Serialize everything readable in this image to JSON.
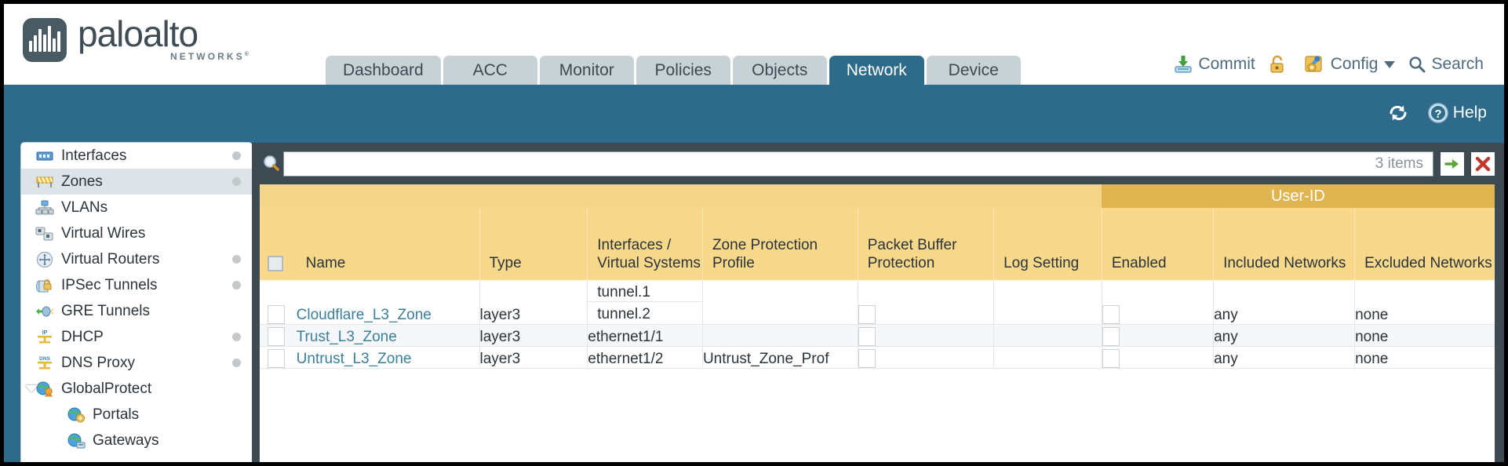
{
  "brand": {
    "name": "paloalto",
    "sub": "NETWORKS",
    "registered": "®"
  },
  "nav": {
    "tabs": [
      {
        "label": "Dashboard",
        "active": false
      },
      {
        "label": "ACC",
        "active": false
      },
      {
        "label": "Monitor",
        "active": false
      },
      {
        "label": "Policies",
        "active": false
      },
      {
        "label": "Objects",
        "active": false
      },
      {
        "label": "Network",
        "active": true
      },
      {
        "label": "Device",
        "active": false
      }
    ]
  },
  "top_actions": {
    "commit": "Commit",
    "config": "Config",
    "search": "Search",
    "lock_icon": "padlock-icon",
    "commit_icon": "commit-save-icon",
    "config_icon": "config-wrench-icon",
    "search_icon": "search-magnifier-icon"
  },
  "band": {
    "refresh": "",
    "help": "Help",
    "refresh_icon": "refresh-icon",
    "help_icon": "help-question-icon"
  },
  "sidebar": {
    "items": [
      {
        "label": "Interfaces",
        "icon": "interfaces-icon",
        "selected": false,
        "dot": true,
        "child": false,
        "expander": false
      },
      {
        "label": "Zones",
        "icon": "zones-icon",
        "selected": true,
        "dot": true,
        "child": false,
        "expander": false
      },
      {
        "label": "VLANs",
        "icon": "vlans-icon",
        "selected": false,
        "dot": false,
        "child": false,
        "expander": false
      },
      {
        "label": "Virtual Wires",
        "icon": "virtual-wires-icon",
        "selected": false,
        "dot": false,
        "child": false,
        "expander": false
      },
      {
        "label": "Virtual Routers",
        "icon": "virtual-routers-icon",
        "selected": false,
        "dot": true,
        "child": false,
        "expander": false
      },
      {
        "label": "IPSec Tunnels",
        "icon": "ipsec-tunnels-icon",
        "selected": false,
        "dot": true,
        "child": false,
        "expander": false
      },
      {
        "label": "GRE Tunnels",
        "icon": "gre-tunnels-icon",
        "selected": false,
        "dot": false,
        "child": false,
        "expander": false
      },
      {
        "label": "DHCP",
        "icon": "dhcp-icon",
        "selected": false,
        "dot": true,
        "child": false,
        "expander": false
      },
      {
        "label": "DNS Proxy",
        "icon": "dns-proxy-icon",
        "selected": false,
        "dot": true,
        "child": false,
        "expander": false
      },
      {
        "label": "GlobalProtect",
        "icon": "globalprotect-icon",
        "selected": false,
        "dot": false,
        "child": false,
        "expander": true
      },
      {
        "label": "Portals",
        "icon": "portals-icon",
        "selected": false,
        "dot": false,
        "child": true,
        "expander": false
      },
      {
        "label": "Gateways",
        "icon": "gateways-icon",
        "selected": false,
        "dot": false,
        "child": true,
        "expander": false
      }
    ]
  },
  "filter": {
    "value": "",
    "placeholder": "",
    "item_count": "3 items",
    "apply_icon": "green-arrow-apply-icon",
    "clear_icon": "red-x-clear-icon",
    "magnifier_icon": "search-magnifier-icon"
  },
  "table": {
    "group_header": "User-ID",
    "columns": [
      "Name",
      "Type",
      "Interfaces / Virtual Systems",
      "Zone Protection Profile",
      "Packet Buffer Protection",
      "Log Setting",
      "Enabled",
      "Included Networks",
      "Excluded Networks"
    ],
    "rows": [
      {
        "selected": false,
        "name": "Cloudflare_L3_Zone",
        "type": "layer3",
        "interfaces": [
          "tunnel.1",
          "tunnel.2"
        ],
        "zone_protection_profile": "",
        "packet_buffer_protection": false,
        "log_setting": "",
        "userid_enabled": false,
        "included_networks": "any",
        "excluded_networks": "none"
      },
      {
        "selected": false,
        "name": "Trust_L3_Zone",
        "type": "layer3",
        "interfaces": [
          "ethernet1/1"
        ],
        "zone_protection_profile": "",
        "packet_buffer_protection": false,
        "log_setting": "",
        "userid_enabled": false,
        "included_networks": "any",
        "excluded_networks": "none"
      },
      {
        "selected": false,
        "name": "Untrust_L3_Zone",
        "type": "layer3",
        "interfaces": [
          "ethernet1/2"
        ],
        "zone_protection_profile": "Untrust_Zone_Prof",
        "packet_buffer_protection": false,
        "log_setting": "",
        "userid_enabled": false,
        "included_networks": "any",
        "excluded_networks": "none"
      }
    ]
  },
  "colors": {
    "brand_blue": "#2e6b8a",
    "panel_dark": "#3d4a52",
    "header_gold": "#f8d98c",
    "group_gold": "#e0b44e",
    "link_blue": "#3a7f9c",
    "tab_inactive": "#c7d2d6"
  }
}
